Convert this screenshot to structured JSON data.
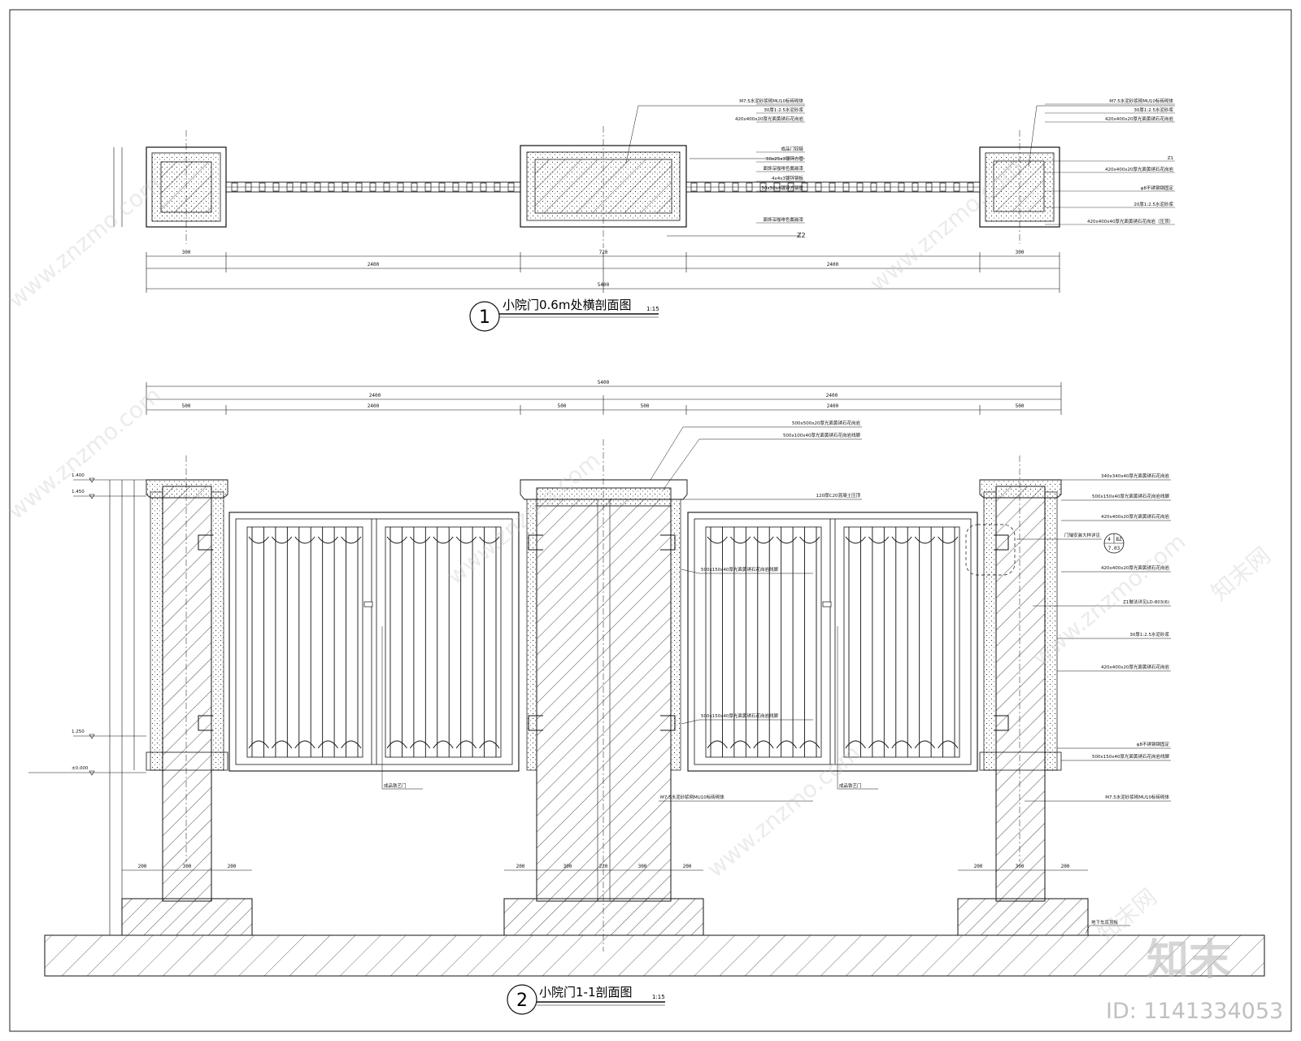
{
  "plan": {
    "circle_no": "1",
    "title": "小院门0.6m处横剖面图",
    "scale": "1:15",
    "overall_dim": "5400",
    "col_left_dim": "300",
    "col_mid_dim": "720",
    "col_right_dim": "300",
    "leaf_dim": "2400",
    "z1_label": "Z1",
    "z2_label": "Z2",
    "notes_mid": [
      "M7.5水泥砂浆砌MU10标砖砌体",
      "30厚1:2.5水泥砂浆",
      "420x400x20厚光面黄锈石花岗岩",
      "成品门铰链",
      "50x25x3镀锌方管",
      "面饰深咖啡色氟碳漆",
      "4x4x3镀锌钢板",
      "50x50x4镀锌方钢管",
      "面饰深咖啡色氟碳漆"
    ],
    "notes_right": [
      "M7.5水泥砂浆砌MU10标砖砌体",
      "30厚1:2.5水泥砂浆",
      "420x400x20厚光面黄锈石花岗岩",
      "Z1",
      "420x400x20厚光面黄锈石花岗岩",
      "φ8不锈钢钢固定",
      "20厚1:2.5水泥砂浆",
      "420x400x40厚光面黄锈石花岗岩（压顶）"
    ]
  },
  "section": {
    "circle_no": "2",
    "title": "小院门1-1剖面图",
    "scale": "1:15",
    "overall_dim": "5400",
    "half_dims": [
      "2400",
      "2400"
    ],
    "sub_dims": [
      "500",
      "2400",
      "500",
      "500",
      "2400",
      "500"
    ],
    "elevations": [
      "1.400",
      "1.450",
      "1.250",
      "±0.000"
    ],
    "footing_dims_left": [
      "200",
      "300",
      "200"
    ],
    "footing_dims_mid": [
      "200",
      "300",
      "220",
      "300",
      "200"
    ],
    "footing_dims_right": [
      "200",
      "300",
      "200"
    ],
    "notes_top": [
      "500x500x20厚光面黄锈石花岗岩",
      "500x100x40厚光面黄锈石花岗岩线脚",
      "120厚C20混凝土压顶"
    ],
    "notes_right": [
      "340x340x40厚光面黄锈石花岗岩",
      "500x150x40厚光面黄锈石花岗岩线脚",
      "420x400x20厚光面黄锈石花岗岩",
      "门轴安装大样详见",
      "420x400x20厚光面黄锈石花岗岩",
      "Z1做法详见LD-803(6)",
      "30厚1:2.5水泥砂浆",
      "420x400x20厚光面黄锈石花岗岩",
      "φ8不锈钢钢固定",
      "500x150x40厚光面黄锈石花岗岩线脚",
      "M7.5水泥砂浆砌MU10标砖砌体"
    ],
    "notes_gate": [
      "成品铁艺门",
      "成品铁艺门",
      "500x150x40厚光面黄锈石花岗岩线脚",
      "500x150x40厚光面黄锈石花岗岩线脚",
      "M7.5水泥砂浆砌MU10标砖砌体"
    ],
    "detail_ref_top": "4",
    "detail_ref_code": "BZ",
    "detail_ref_sheet": "7.03",
    "ground_note": "地下车库顶板"
  },
  "watermark": {
    "site": "www.znzmo.com",
    "brand": "知末网",
    "logo": "知末",
    "id": "ID: 1141334053"
  }
}
